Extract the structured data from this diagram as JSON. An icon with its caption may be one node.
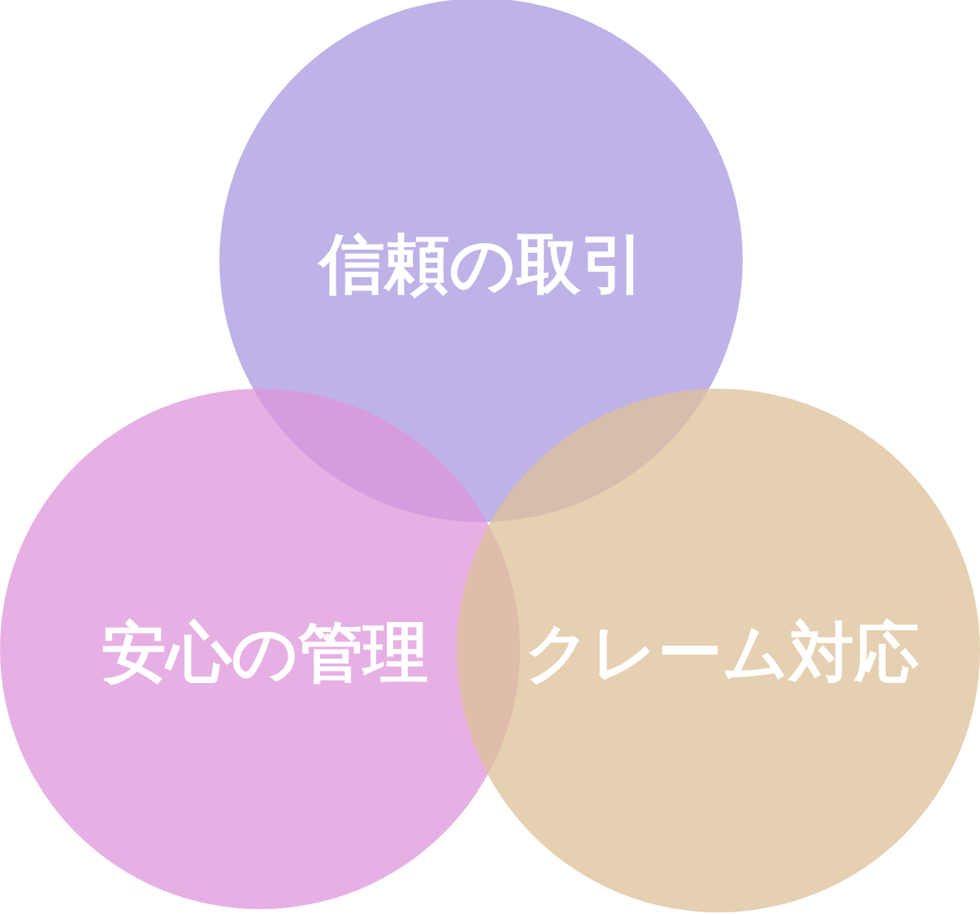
{
  "diagram": {
    "nodes": [
      {
        "text": [
          "信頼の取引"
        ]
      },
      {
        "text": [
          "安心の管理"
        ]
      },
      {
        "text": [
          "クレーム対応"
        ]
      }
    ],
    "edges": []
  }
}
